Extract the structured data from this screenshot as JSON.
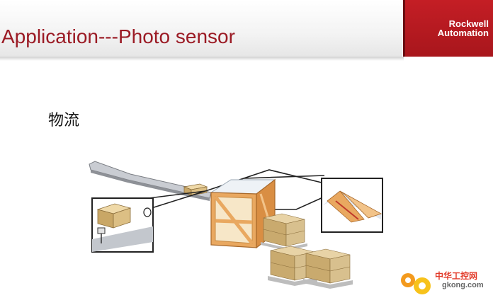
{
  "slide": {
    "title": "Application---Photo sensor",
    "subtitle": "物流"
  },
  "logo": {
    "line1": "Rockwell",
    "line2": "Automation"
  },
  "watermark": {
    "name": "中华工控网",
    "domain": "gkong.com"
  },
  "colors": {
    "title": "#9b1b25",
    "logo_bg": "#c41e25",
    "crate": "#e9a860",
    "box": "#d8c08e"
  },
  "icons": [
    "conveyor-illustration",
    "photo-sensor-icon",
    "crate-icon",
    "pallet-boxes-icon",
    "gear-icon"
  ]
}
